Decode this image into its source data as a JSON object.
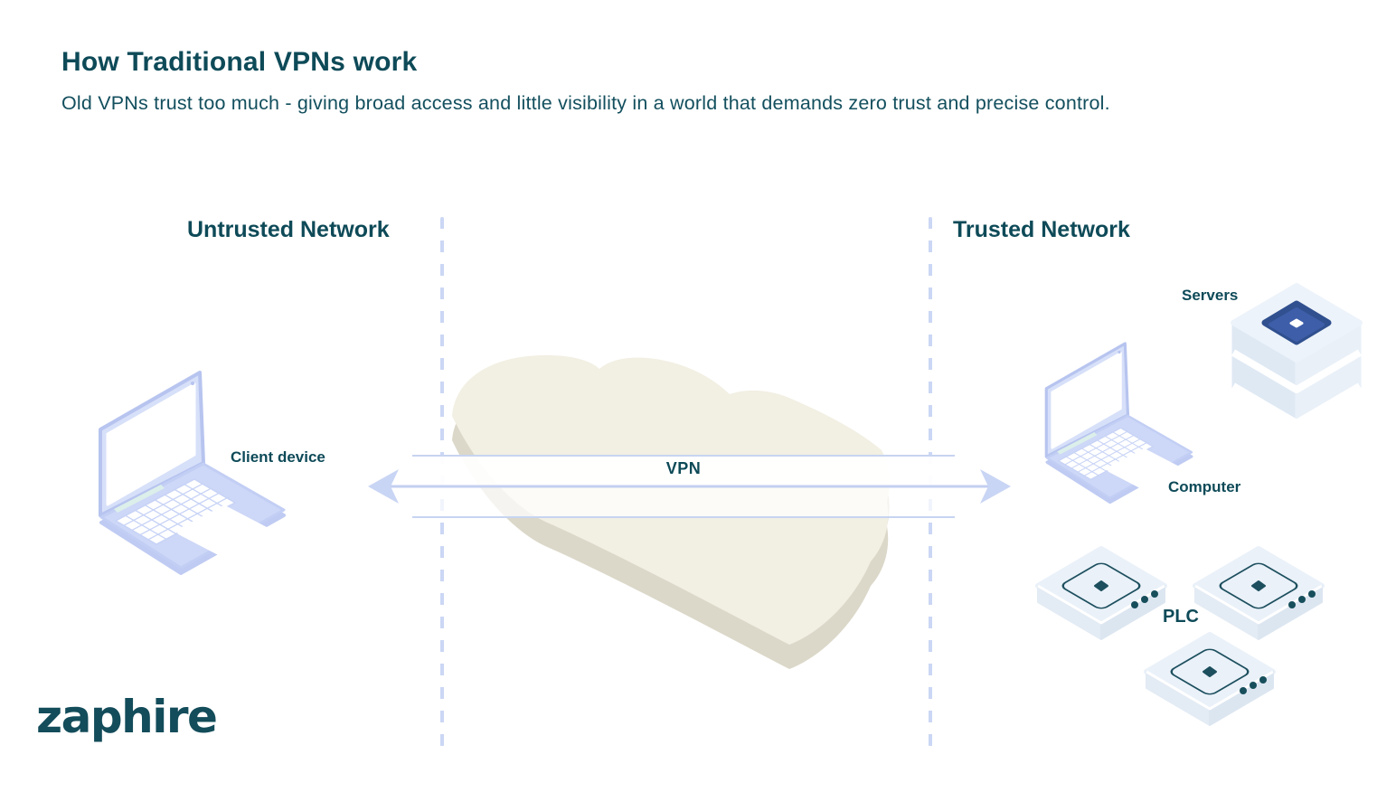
{
  "header": {
    "title": "How Traditional VPNs work",
    "subtitle": "Old VPNs trust too much - giving broad access and little visibility in a world that demands zero trust and precise control."
  },
  "zones": {
    "untrusted": {
      "label": "Untrusted Network"
    },
    "trusted": {
      "label": "Trusted Network"
    }
  },
  "diagram": {
    "client_device_label": "Client device",
    "vpn_label": "VPN",
    "servers_label": "Servers",
    "computer_label": "Computer",
    "plc_label": "PLC"
  },
  "footer": {
    "logo": "zaphire"
  },
  "colors": {
    "text_teal": "#0E4A58",
    "boundary_periwinkle": "#CBD7F4",
    "tunnel_border": "#C7D4F1",
    "arrow": "#C9D5F4",
    "laptop_outline": "#B7C4EF",
    "laptop_base": "#CDD7F7",
    "cloud_top": "#F2EFE3",
    "cloud_side": "#DBD8C9",
    "server_slab": "#EDF3FA",
    "server_blue": "#3E5EA9",
    "plc_top": "#EAF1F9",
    "plc_detail": "#1D4F5E"
  }
}
